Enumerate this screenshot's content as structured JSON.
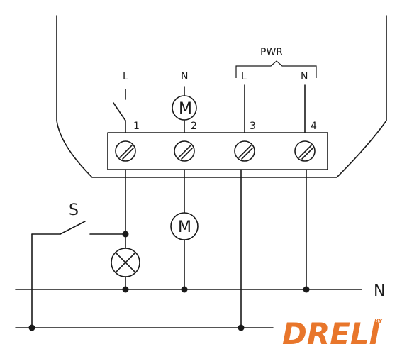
{
  "device": {
    "pwr_label": "PWR",
    "terminals": [
      {
        "number": "1",
        "top_label": "L"
      },
      {
        "number": "2",
        "top_label": "N"
      },
      {
        "number": "3",
        "top_label": "L"
      },
      {
        "number": "4",
        "top_label": "N"
      }
    ]
  },
  "motor_symbol": "M",
  "switch_label": "S",
  "bus": {
    "neutral_label": "N"
  },
  "watermark": {
    "text": "DRELI",
    "small": "BY",
    "color": "#e8762b"
  }
}
